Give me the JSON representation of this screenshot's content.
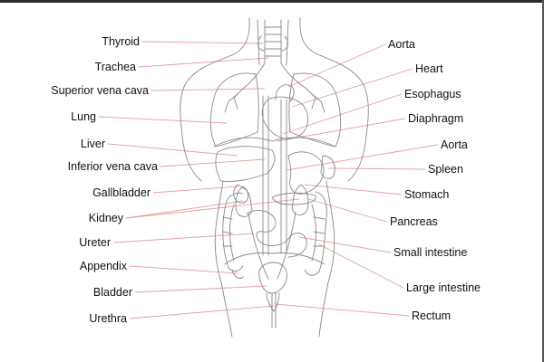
{
  "diagram": {
    "left_labels": [
      {
        "id": "thyroid",
        "text": "Thyroid"
      },
      {
        "id": "trachea",
        "text": "Trachea"
      },
      {
        "id": "superior-vena-cava",
        "text": "Superior vena cava"
      },
      {
        "id": "lung",
        "text": "Lung"
      },
      {
        "id": "liver",
        "text": "Liver"
      },
      {
        "id": "inferior-vena-cava",
        "text": "Inferior vena cava"
      },
      {
        "id": "gallbladder",
        "text": "Gallbladder"
      },
      {
        "id": "kidney",
        "text": "Kidney"
      },
      {
        "id": "ureter",
        "text": "Ureter"
      },
      {
        "id": "appendix",
        "text": "Appendix"
      },
      {
        "id": "bladder",
        "text": "Bladder"
      },
      {
        "id": "urethra",
        "text": "Urethra"
      }
    ],
    "right_labels": [
      {
        "id": "aorta-upper",
        "text": "Aorta"
      },
      {
        "id": "heart",
        "text": "Heart"
      },
      {
        "id": "esophagus",
        "text": "Esophagus"
      },
      {
        "id": "diaphragm",
        "text": "Diaphragm"
      },
      {
        "id": "aorta-lower",
        "text": "Aorta"
      },
      {
        "id": "spleen",
        "text": "Spleen"
      },
      {
        "id": "stomach",
        "text": "Stomach"
      },
      {
        "id": "pancreas",
        "text": "Pancreas"
      },
      {
        "id": "small-intestine",
        "text": "Small intestine"
      },
      {
        "id": "large-intestine",
        "text": "Large intestine"
      },
      {
        "id": "rectum",
        "text": "Rectum"
      }
    ],
    "colors": {
      "leader": "#e8a0a0",
      "outline": "#8a8a8a",
      "text": "#111111",
      "background": "#ffffff"
    }
  }
}
